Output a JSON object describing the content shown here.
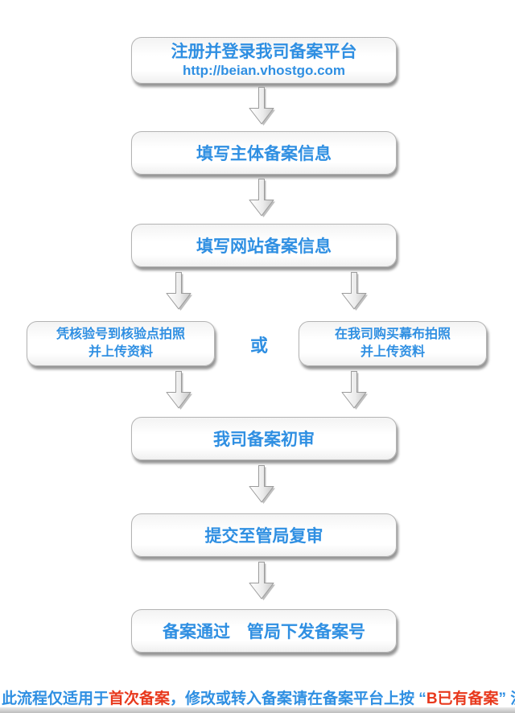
{
  "colors": {
    "accent_blue": "#2f8fe2",
    "accent_red": "#e8391d",
    "box_border": "#b3b3b3"
  },
  "flow": {
    "step1": {
      "title": "注册并登录我司备案平台",
      "url": "http://beian.vhostgo.com"
    },
    "step2": {
      "label": "填写主体备案信息"
    },
    "step3": {
      "label": "填写网站备案信息"
    },
    "branch": {
      "left": {
        "line1": "凭核验号到核验点拍照",
        "line2": "并上传资料"
      },
      "or_label": "或",
      "right": {
        "line1": "在我司购买幕布拍照",
        "line2": "并上传资料"
      }
    },
    "step4": {
      "label": "我司备案初审"
    },
    "step5": {
      "label": "提交至管局复审"
    },
    "step6": {
      "label": "备案通过　管局下发备案号"
    }
  },
  "footer": {
    "segments": [
      {
        "text": "此流程仅适用于",
        "color": "blue"
      },
      {
        "text": "首次备案",
        "color": "red"
      },
      {
        "text": "，修改或转入备案请在备案平台上按 “",
        "color": "blue"
      },
      {
        "text": "B已有备案",
        "color": "red"
      },
      {
        "text": "” 流程操作！",
        "color": "blue"
      }
    ]
  },
  "icons": {
    "arrow": "down-arrow-icon"
  }
}
